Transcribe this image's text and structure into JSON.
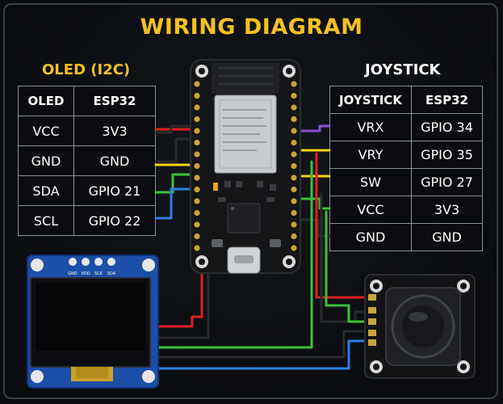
{
  "title": "WIRING DIAGRAM",
  "oled": {
    "title": "OLED (I2C)",
    "headers": [
      "OLED",
      "ESP32"
    ],
    "rows": [
      [
        "VCC",
        "3V3"
      ],
      [
        "GND",
        "GND"
      ],
      [
        "SDA",
        "GPIO 21"
      ],
      [
        "SCL",
        "GPIO 22"
      ]
    ],
    "pin_labels": [
      "GND",
      "VDD",
      "SCK",
      "SDA"
    ]
  },
  "joystick": {
    "title": "JOYSTICK",
    "headers": [
      "JOYSTICK",
      "ESP32"
    ],
    "rows": [
      [
        "VRX",
        "GPIO 34"
      ],
      [
        "VRY",
        "GPIO 35"
      ],
      [
        "SW",
        "GPIO 27"
      ],
      [
        "VCC",
        "3V3"
      ],
      [
        "GND",
        "GND"
      ]
    ]
  },
  "colors": {
    "accent": "#f5c11f",
    "red": "#e02020",
    "black": "#2a2a2a",
    "green": "#3cc13c",
    "blue": "#2f7ee0",
    "yellow": "#f2d21a",
    "purple": "#8a4fd6",
    "oled_pcb": "#1c4fa8"
  }
}
